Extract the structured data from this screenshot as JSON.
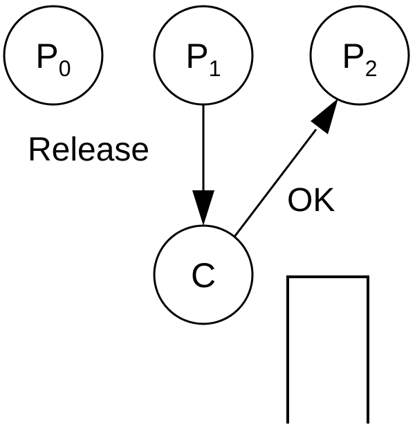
{
  "diagram": {
    "nodes": [
      {
        "id": "p0",
        "label": "P",
        "sub": "0"
      },
      {
        "id": "p1",
        "label": "P",
        "sub": "1"
      },
      {
        "id": "p2",
        "label": "P",
        "sub": "2"
      },
      {
        "id": "c",
        "label": "C",
        "sub": ""
      }
    ],
    "edges": [
      {
        "from": "p1",
        "to": "c",
        "label": "Release"
      },
      {
        "from": "c",
        "to": "p2",
        "label": "OK"
      }
    ],
    "queue": {
      "contents": []
    }
  }
}
